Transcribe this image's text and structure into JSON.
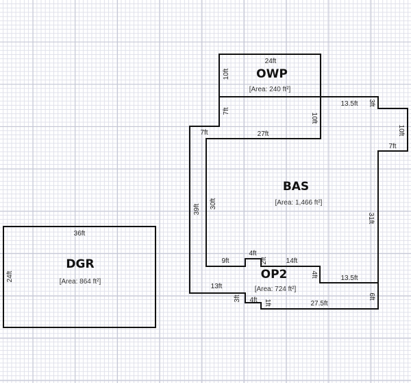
{
  "rooms": {
    "owp": {
      "name": "OWP",
      "area": "[Area: 240 ft²]",
      "dims": {
        "top": "24ft",
        "left": "10ft",
        "left2": "7ft",
        "right": "10ft"
      }
    },
    "bas": {
      "name": "BAS",
      "area": "[Area: 1,466 ft²]",
      "dims": {
        "top_right": "13.5ft",
        "step": "3ft",
        "right": "10ft",
        "step_in": "7ft",
        "right_long": "31ft",
        "top_inner": "27ft",
        "left": "30ft",
        "outer_top_left": "7ft",
        "outer_left": "39ft"
      }
    },
    "op2": {
      "name": "OP2",
      "area": "[Area: 724 ft²]",
      "dims": {
        "a": "9ft",
        "b": "4ft",
        "c": "2ft",
        "d": "14ft",
        "e": "4ft",
        "f": "13.5ft",
        "g": "13ft",
        "h": "3ft",
        "i": "4ft",
        "j": "1ft",
        "k": "27.5ft",
        "l": "6ft"
      }
    },
    "dgr": {
      "name": "DGR",
      "area": "[Area: 864 ft²]",
      "dims": {
        "top": "36ft",
        "left": "24ft"
      }
    }
  }
}
